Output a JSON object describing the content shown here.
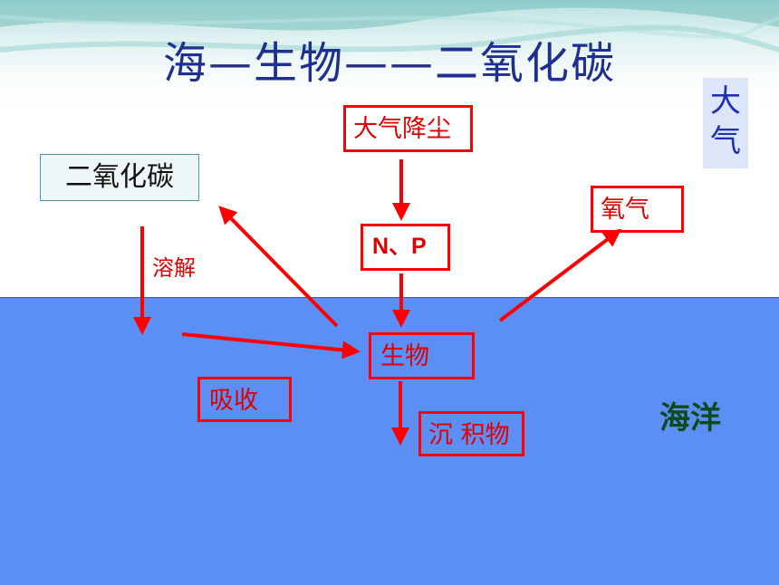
{
  "title": "海—生物——二氧化碳",
  "atmosphere_label": "大\n气",
  "ocean_label": "海洋",
  "nodes": {
    "co2": "二氧化碳",
    "dust": "大气降尘",
    "np": "N、P",
    "organism": "生物",
    "oxygen": "氧气",
    "sediment": "沉 积物",
    "absorb": "吸收"
  },
  "edge_labels": {
    "dissolve": "溶解"
  },
  "colors": {
    "arrow": "#ff0000",
    "ocean": "#5b8ff5",
    "title": "#1f2f8f"
  }
}
